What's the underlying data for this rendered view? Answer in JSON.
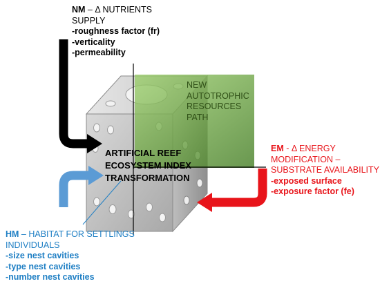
{
  "nm": {
    "code": "NM",
    "title_rest": " – Δ NUTRIENTS",
    "title_line2": "SUPPLY",
    "items": [
      "-roughness factor (fr)",
      "-verticality",
      "-permeability"
    ],
    "color": "#000000"
  },
  "pathway": {
    "lines": [
      "NEW",
      "AUTOTROPHIC",
      "RESOURCES",
      "PATH"
    ],
    "color": "#4a7a1e"
  },
  "center": {
    "lines": [
      "ARTIFICIAL REEF",
      "ECOSYSTEM INDEX",
      "TRANSFORMATION"
    ]
  },
  "em": {
    "code": "EM",
    "title_rest": " - Δ ENERGY",
    "title_lines": [
      "MODIFICATION –",
      "SUBSTRATE AVAILABILITY"
    ],
    "items": [
      "-exposed surface",
      "-exposure factor (fe)"
    ],
    "color": "#e8141a"
  },
  "hm": {
    "code": "HM",
    "title_rest": " – HABITAT FOR SETTLINGS",
    "title_line2": "INDIVIDUALS",
    "items": [
      "-size nest cavities",
      "-type nest cavities",
      "-number nest cavities"
    ],
    "color": "#1f7fc4"
  },
  "arrow_colors": {
    "nm": "#000000",
    "em": "#e8141a",
    "hm": "#5b9bd5",
    "green_box": "#5e9a2e"
  }
}
